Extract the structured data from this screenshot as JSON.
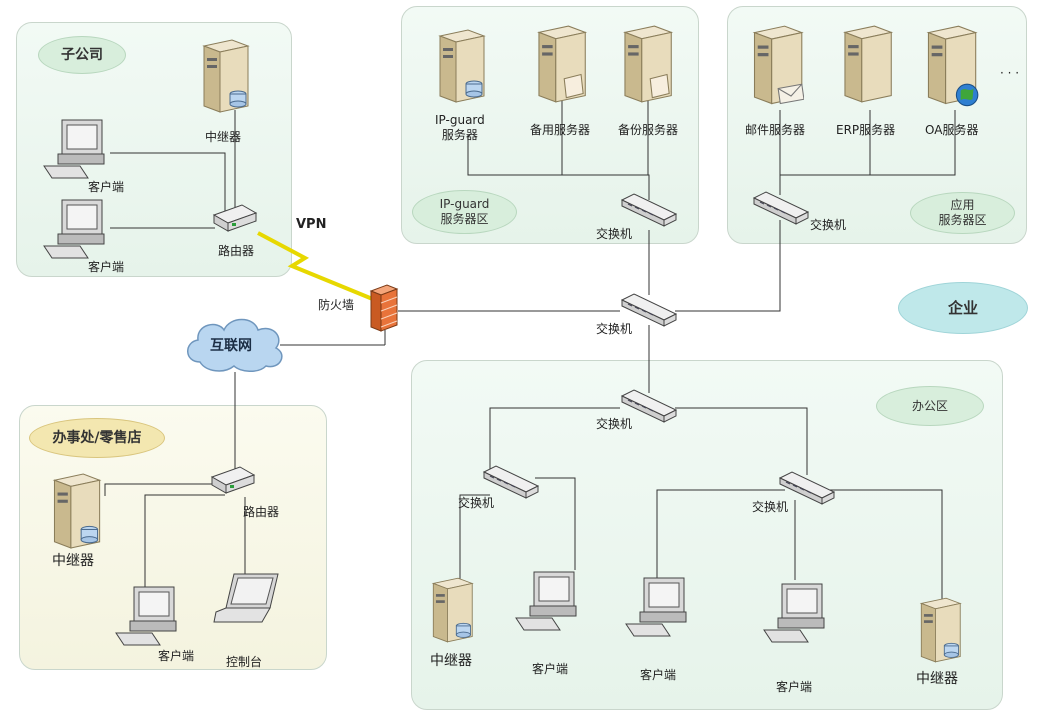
{
  "zones": {
    "subsidiary": "子公司",
    "ipguard_area": "IP-guard\n服务器区",
    "app_area": "应用\n服务器区",
    "enterprise": "企业",
    "office_area": "办公区",
    "branch_office": "办事处/零售店"
  },
  "labels": {
    "vpn": "VPN",
    "firewall": "防火墙",
    "internet": "互联网",
    "relay": "中继器",
    "client": "客户端",
    "router": "路由器",
    "switch": "交换机",
    "console": "控制台",
    "ipguard_server": "IP-guard\n服务器",
    "backup_server_1": "备用服务器",
    "backup_server_2": "备份服务器",
    "mail_server": "邮件服务器",
    "erp_server": "ERP服务器",
    "oa_server": "OA服务器",
    "ellipsis": "· · ·"
  },
  "colors": {
    "zone_green": "#e6f3ea",
    "zone_yellow": "#f4f3df",
    "firewall": "#e8733a",
    "vpn": "#f2e600"
  }
}
